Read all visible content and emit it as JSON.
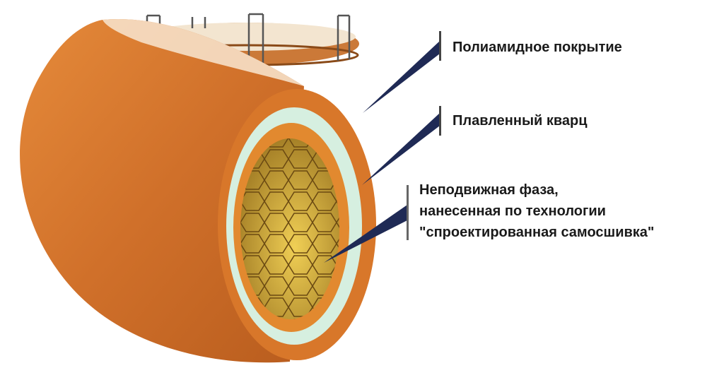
{
  "labels": {
    "coating": "Полиамидное покрытие",
    "silica": "Плавленный кварц",
    "phase_lines": [
      "Неподвижная фаза,",
      "нанесенная по технологии",
      "\"спроектированная самосшивка\""
    ]
  },
  "colors": {
    "polyimide": "#d8772a",
    "silica": "#d6efe0",
    "phase": "#e0b63a",
    "pointer": "#1f2a55"
  }
}
